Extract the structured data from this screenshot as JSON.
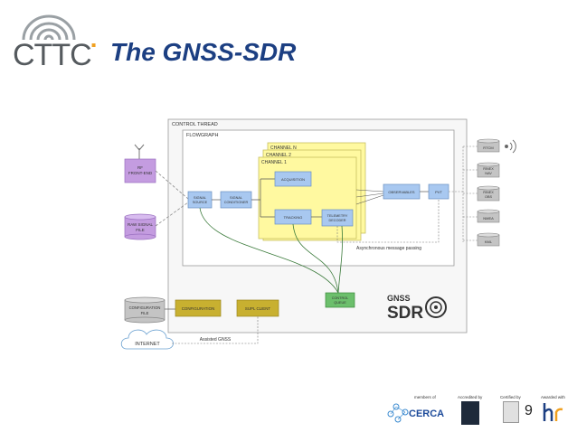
{
  "header": {
    "logo_text": "CTTC",
    "title": "The GNSS-SDR"
  },
  "diagram": {
    "control_thread": "CONTROL THREAD",
    "flowgraph": "FLOWGRAPH",
    "channel_n": "CHANNEL N",
    "channel_2": "CHANNEL 2",
    "channel_1": "CHANNEL 1",
    "rf_frontend": [
      "RF",
      "FRONT-END"
    ],
    "raw_signal": [
      "RAW SIGNAL",
      "FILE"
    ],
    "signal_source": [
      "SIGNAL",
      "SOURCE"
    ],
    "signal_conditioner": [
      "SIGNAL",
      "CONDITIONER"
    ],
    "acquisition": "ACQUISITION",
    "tracking": "TRACKING",
    "telemetry": [
      "TELEMETRY",
      "DECODER"
    ],
    "observables": "OBSERVABLES",
    "pvt": "PVT",
    "async_label": "Asynchronous message passing",
    "control_queue": [
      "CONTROL",
      "QUEUE"
    ],
    "configuration_file": [
      "CONFIGURATION",
      "FILE"
    ],
    "configuration": "CONFIGURATION",
    "supl_client": "SUPL CLIENT",
    "internet": "INTERNET",
    "assisted_gnss": "Assisted GNSS",
    "outputs": [
      [
        "RTCM"
      ],
      [
        "RINEX",
        "NAV"
      ],
      [
        "RINEX",
        "OBS"
      ],
      [
        "NMEA"
      ],
      [
        "KML"
      ]
    ],
    "gnss_logo_top": "GNSS",
    "gnss_logo_bottom": "SDR"
  },
  "footer": {
    "members_of": "members of",
    "accredited_by": "Accredited by",
    "certified_by": "Certified by",
    "awarded_with": "Awarded with",
    "cerca": "CERCA",
    "page_number": "9"
  },
  "colors": {
    "title": "#1c3f82",
    "accent": "#f0a020",
    "channel_yellow": "#fff9a0",
    "block_blue": "#a8c8f0",
    "purple": "#c49ce0",
    "olive": "#c8b030",
    "green": "#6cbf6c",
    "gray": "#c4c4c4"
  }
}
